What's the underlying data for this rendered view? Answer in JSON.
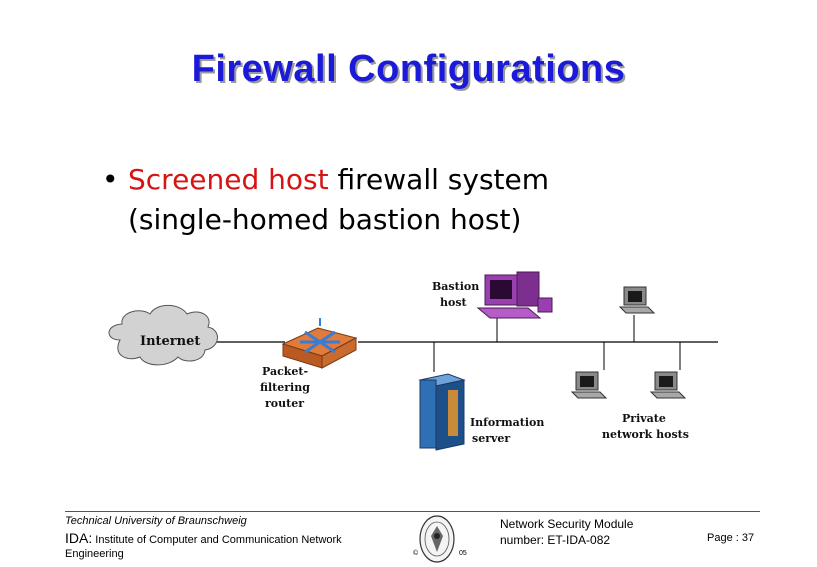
{
  "slide": {
    "title": "Firewall Configurations",
    "bullet": {
      "marker": "•",
      "highlight": "Screened host",
      "rest": " firewall system",
      "line2": "(single-homed bastion host)"
    }
  },
  "diagram": {
    "internet": "Internet",
    "router_label": [
      "Packet-",
      "filtering",
      "router"
    ],
    "bastion_label": [
      "Bastion",
      "host"
    ],
    "info_label": [
      "Information",
      "server"
    ],
    "private_label": [
      "Private",
      "network hosts"
    ],
    "colors": {
      "router": "#e07b3c",
      "bastion": "#9a3fb0",
      "server": "#2f6fb3",
      "host": "#8a8a8a"
    }
  },
  "footer": {
    "university": "Technical University of Braunschweig",
    "ida_abbr": "IDA:",
    "ida_rest": " Institute of Computer and Communication Network",
    "ida_line2": "Engineering",
    "copyright": "©",
    "year": "05",
    "course": "Network Security Module number: ET-IDA-082",
    "page": "Page :  37"
  }
}
